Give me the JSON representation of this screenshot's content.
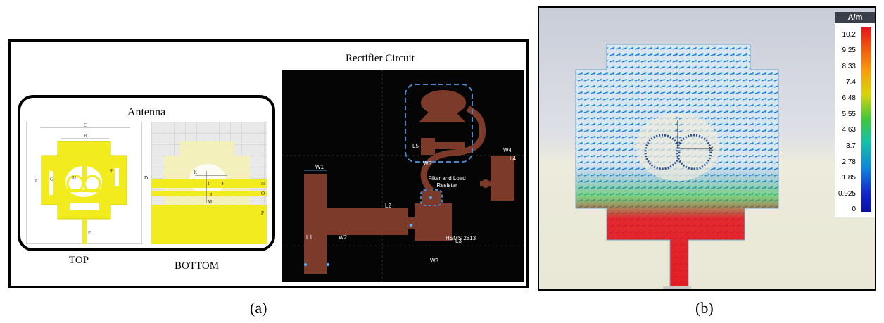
{
  "panel_a": {
    "antenna": {
      "title": "Antenna",
      "top_label": "TOP",
      "bottom_label": "BOTTOM",
      "dims_top": [
        "C",
        "B",
        "A",
        "G",
        "H",
        "F",
        "D",
        "E"
      ],
      "dims_bottom": [
        "K",
        "I",
        "J",
        "N",
        "O",
        "M",
        "L",
        "P"
      ]
    },
    "rectifier": {
      "title": "Rectifier Circuit",
      "labels": {
        "L1": "L1",
        "W1": "W1",
        "W2": "W2",
        "L2": "L2",
        "L3": "L3",
        "W3": "W3",
        "L4": "L4",
        "W4": "W4",
        "L5": "L5",
        "W5": "W5",
        "diode": "HSMS 2813",
        "filter_line1": "Filter and Load",
        "filter_line2": "Resister"
      }
    },
    "caption": "(a)"
  },
  "panel_b": {
    "legend_unit": "A/m",
    "legend_ticks": [
      "10.2",
      "9.25",
      "8.33",
      "7.4",
      "6.48",
      "5.55",
      "4.63",
      "3.7",
      "2.78",
      "1.85",
      "0.925",
      "0"
    ],
    "caption": "(b)"
  },
  "colors": {
    "copper": "#7b3a2a",
    "pcb_background": "#050505",
    "gold": "#f2ec1f",
    "hotspot": "#e4141a",
    "vector_blue": "#1e6fd9"
  }
}
